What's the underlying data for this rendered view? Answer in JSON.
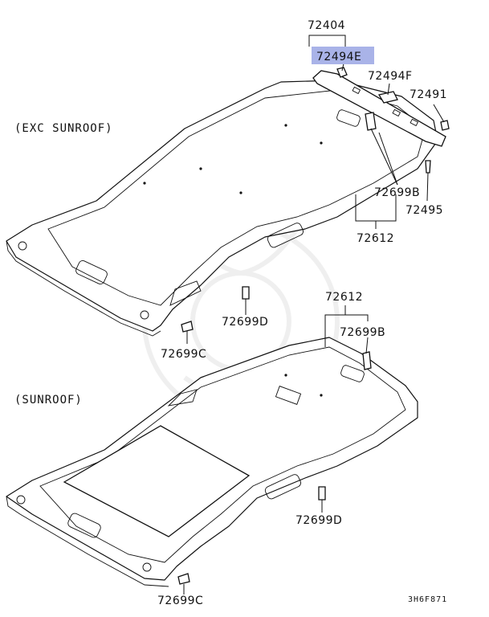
{
  "diagram": {
    "section_labels": {
      "exc_sunroof": "(EXC SUNROOF)",
      "sunroof": "(SUNROOF)"
    },
    "part_numbers": {
      "p72404": "72404",
      "p72494e": "72494E",
      "p72494f": "72494F",
      "p72491": "72491",
      "p72699b_top": "72699B",
      "p72495": "72495",
      "p72612_top": "72612",
      "p72699d_top": "72699D",
      "p72699c_top": "72699C",
      "p72612_bottom": "72612",
      "p72699b_bottom": "72699B",
      "p72699d_bottom": "72699D",
      "p72699c_bottom": "72699C"
    },
    "highlight_color": "#a9b3e8",
    "diagram_code": "3H6F871"
  }
}
